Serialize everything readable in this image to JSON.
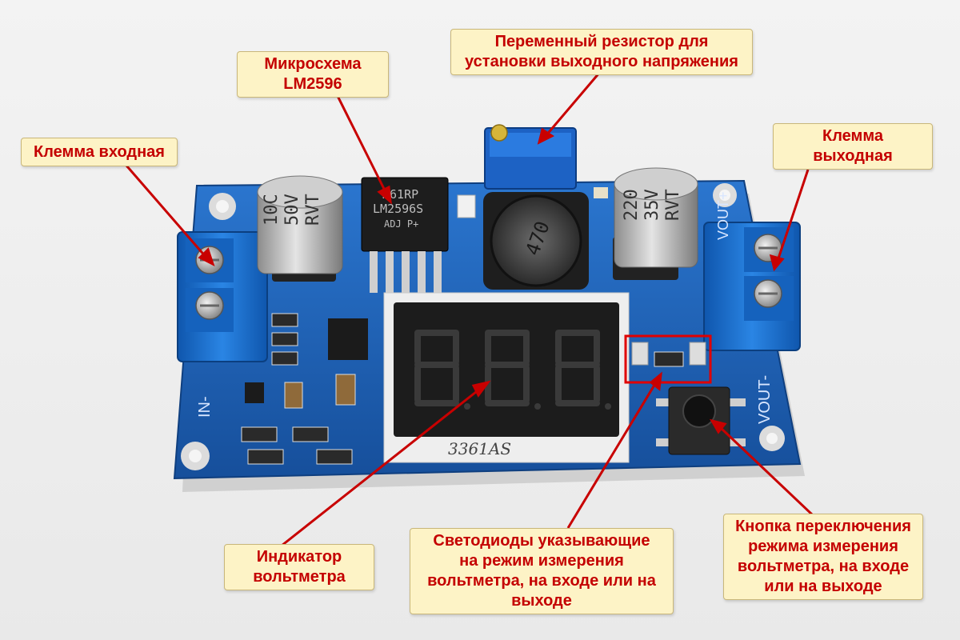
{
  "callouts": {
    "input_terminal": "Клемма входная",
    "chip": "Микросхема\nLM2596",
    "resistor": "Переменный резистор для\nустановки выходного напряжения",
    "output_terminal": "Клемма\nвыходная",
    "indicator": "Индикатор\nвольтметра",
    "leds": "Светодиоды указывающие\nна режим измерения\nвольтметра, на входе или на\nвыходе",
    "button": "Кнопка переключения\nрежима измерения\nвольтметра, на входе\nили на выходе"
  },
  "board": {
    "chip_line1": "M61RP",
    "chip_line2": "LM2596S",
    "chip_line3": "ADJ  P+",
    "cap_left_line1": "10C",
    "cap_left_line2": "50V",
    "cap_left_line3": "RVT",
    "inductor_label": "470",
    "cap_right_line1": "220",
    "cap_right_line2": "35V",
    "cap_right_line3": "RVT",
    "display_part": "3361AS",
    "silk_vin": "IN-",
    "silk_vout_minus": "VOUT-",
    "silk_vout_plus": "VOUT+"
  },
  "colors": {
    "callout_text": "#c40000",
    "callout_bg": "#fdf3c6",
    "pcb": "#1f63b8",
    "terminal": "#1769c9",
    "arrow": "#c80000"
  }
}
